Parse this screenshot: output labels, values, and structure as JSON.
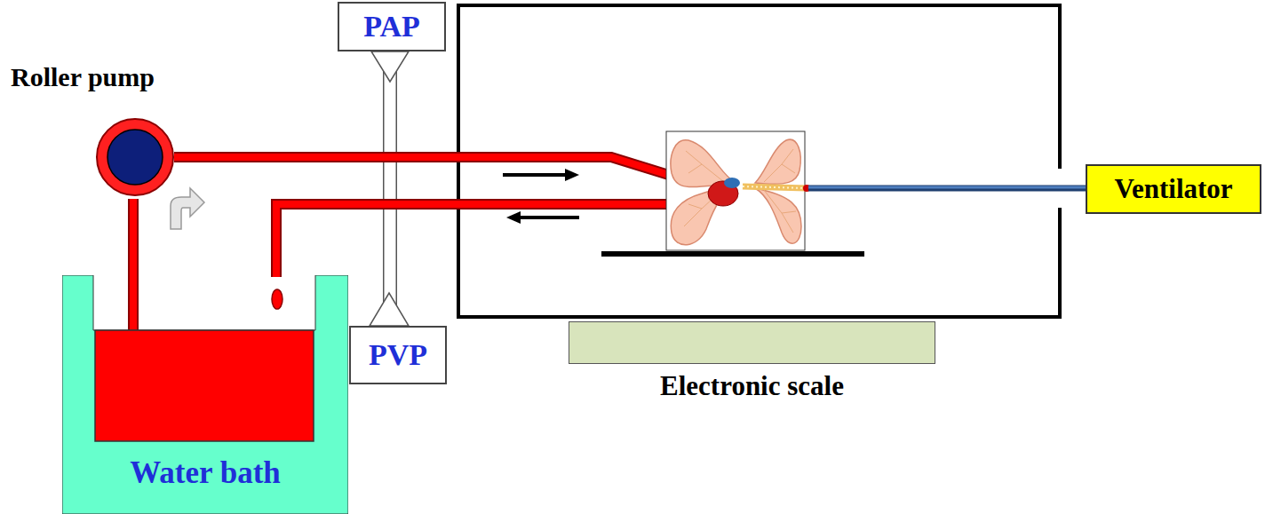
{
  "diagram": {
    "nodes": [
      {
        "text": [
          "Roller pump"
        ]
      },
      {
        "text": [
          "PAP"
        ]
      },
      {
        "text": [
          "PVP"
        ]
      },
      {
        "text": [
          "Water bath"
        ]
      },
      {
        "text": [
          "Electronic scale"
        ]
      },
      {
        "text": [
          "Ventilator"
        ]
      }
    ],
    "edges": [
      {
        "from": 1,
        "to": 2,
        "arrow": "none"
      },
      {
        "from": 3,
        "to": 0,
        "arrow": "none"
      }
    ]
  }
}
